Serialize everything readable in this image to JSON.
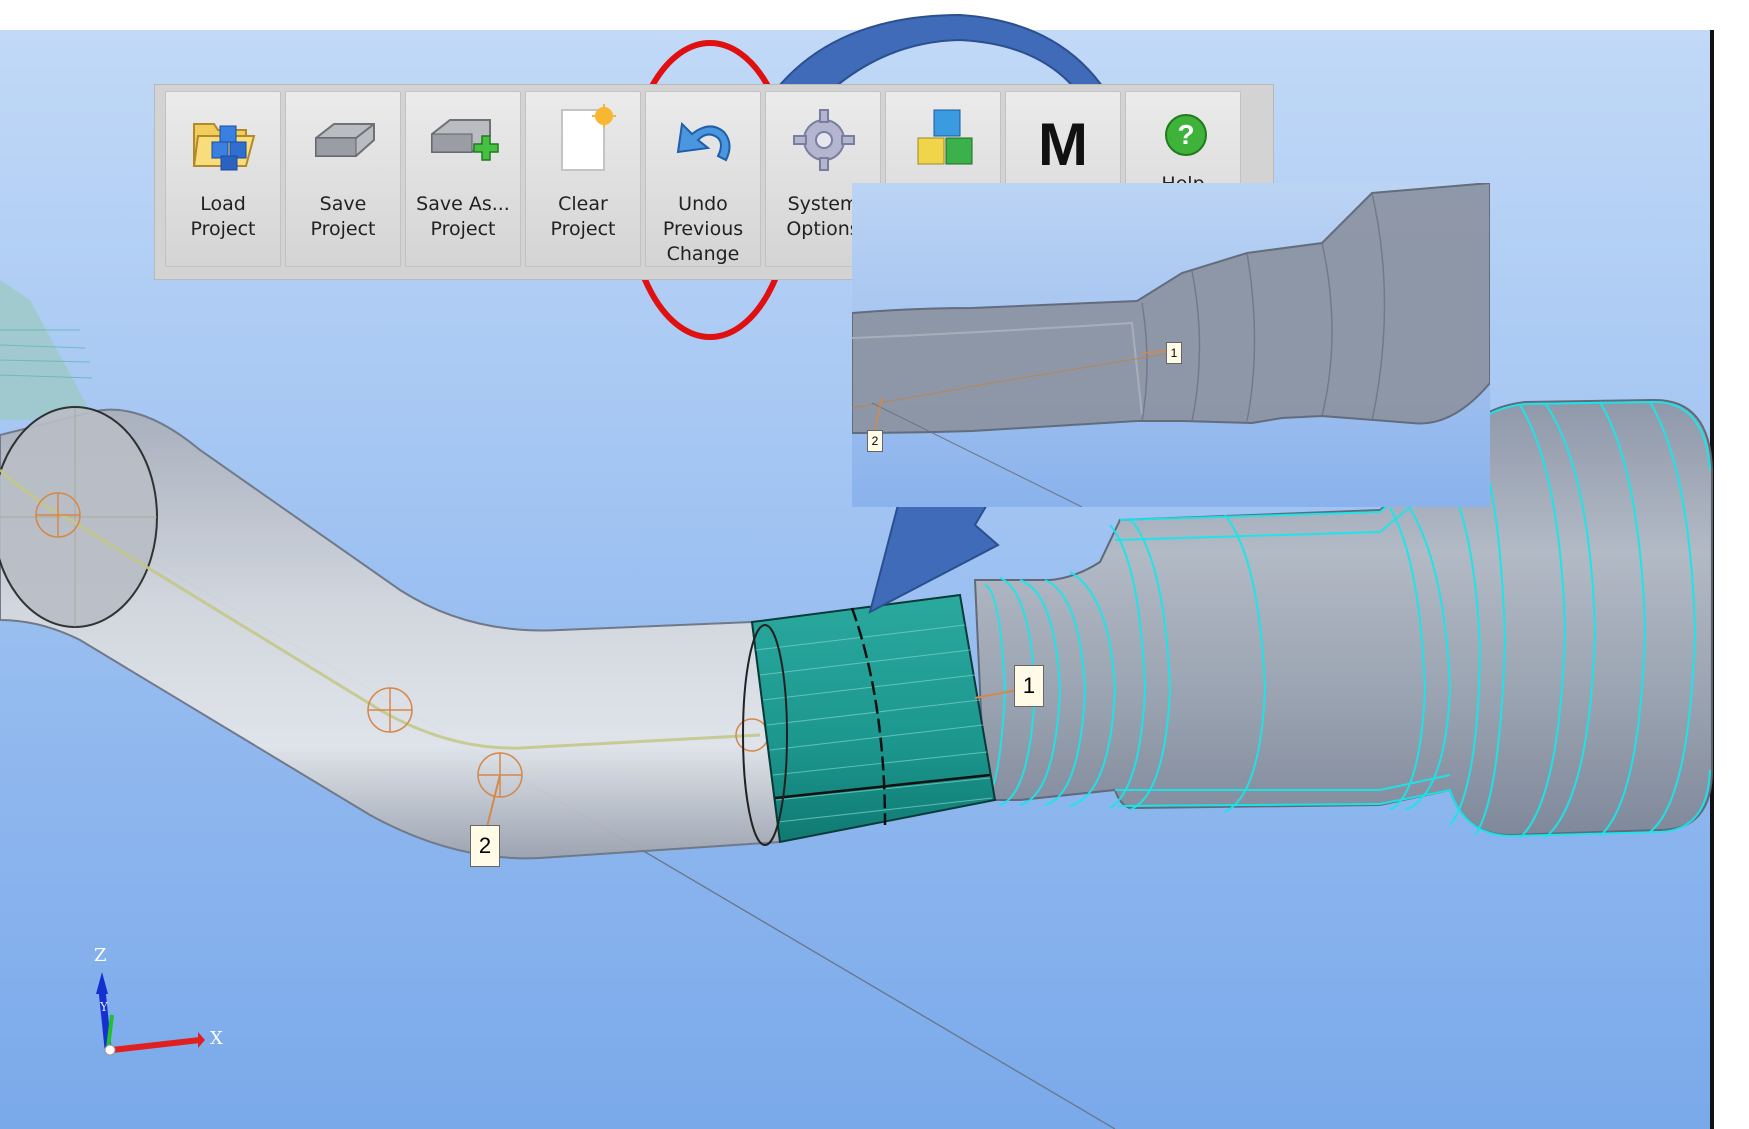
{
  "toolbar": {
    "buttons": [
      {
        "name": "load-project-button",
        "label": "Load\nProject",
        "icon": "load-project-icon"
      },
      {
        "name": "save-project-button",
        "label": "Save\nProject",
        "icon": "save-project-icon"
      },
      {
        "name": "save-as-project-button",
        "label": "Save As...\nProject",
        "icon": "save-as-icon"
      },
      {
        "name": "clear-project-button",
        "label": "Clear\nProject",
        "icon": "clear-project-icon"
      },
      {
        "name": "undo-previous-change-button",
        "label": "Undo\nPrevious\nChange",
        "icon": "undo-icon"
      },
      {
        "name": "system-options-button",
        "label": "System\nOptions",
        "icon": "gear-icon"
      },
      {
        "name": "library-button",
        "label": "",
        "icon": "cubes-icon"
      },
      {
        "name": "m-button",
        "label": "",
        "icon": "m-letter-icon"
      },
      {
        "name": "help-button",
        "label": "Help",
        "icon": "help-icon"
      }
    ],
    "m_glyph": "M",
    "help_glyph": "?"
  },
  "viewport": {
    "callout_1": "1",
    "callout_2": "2",
    "inset_callout_1": "1",
    "inset_callout_2": "2",
    "axis_z": "Z",
    "axis_y": "Y",
    "axis_x": "X"
  },
  "colors": {
    "highlight_circle": "#e01010",
    "arrow_fill": "#3f6bb8",
    "arrow_stroke": "#2c4f8f",
    "wireframe": "#19e6ea",
    "joint_fill": "#1a9c94"
  }
}
